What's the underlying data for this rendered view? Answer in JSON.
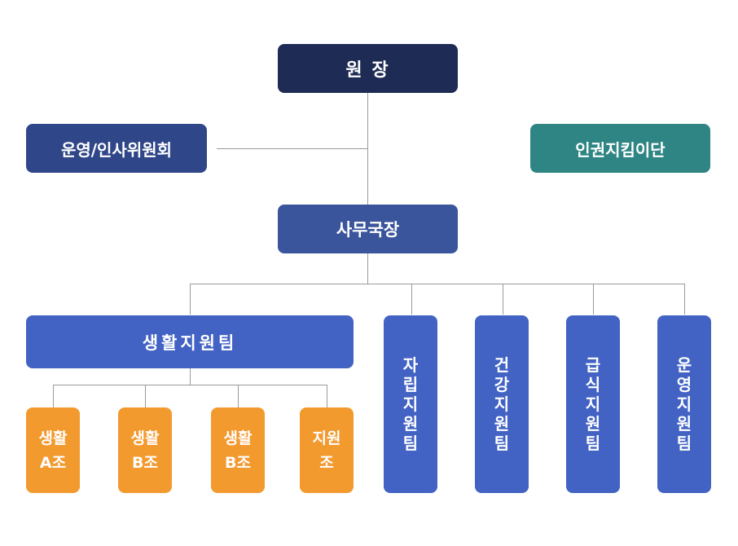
{
  "colors": {
    "director": "#1e2b55",
    "committee": "#2f4788",
    "rights_team": "#2e8583",
    "secretary": "#3a559c",
    "team_blue": "#4263c4",
    "sub_orange": "#f39a2f",
    "line": "#9a9a9a"
  },
  "nodes": {
    "director": "원 장",
    "committee": "운영/인사위원회",
    "rights_team": "인권지킴이단",
    "secretary": "사무국장",
    "life_support": "생활지원팀",
    "sub_a_line1": "생활",
    "sub_a_line2": "A조",
    "sub_b1_line1": "생활",
    "sub_b1_line2": "B조",
    "sub_b2_line1": "생활",
    "sub_b2_line2": "B조",
    "sub_support_line1": "지원",
    "sub_support_line2": "조"
  },
  "vertical_teams": [
    [
      "자",
      "립",
      "지",
      "원",
      "팀"
    ],
    [
      "건",
      "강",
      "지",
      "원",
      "팀"
    ],
    [
      "급",
      "식",
      "지",
      "원",
      "팀"
    ],
    [
      "운",
      "영",
      "지",
      "원",
      "팀"
    ]
  ]
}
